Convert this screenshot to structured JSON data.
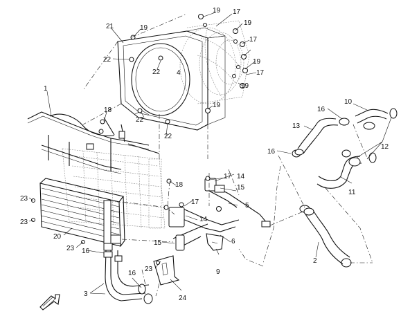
{
  "diagram": {
    "callouts": [
      {
        "id": "c1",
        "text": "1"
      },
      {
        "id": "c2",
        "text": "2"
      },
      {
        "id": "c3",
        "text": "3"
      },
      {
        "id": "c4",
        "text": "4"
      },
      {
        "id": "c5",
        "text": "5"
      },
      {
        "id": "c6",
        "text": "6"
      },
      {
        "id": "c9",
        "text": "9"
      },
      {
        "id": "c10",
        "text": "10"
      },
      {
        "id": "c11",
        "text": "11"
      },
      {
        "id": "c12",
        "text": "12"
      },
      {
        "id": "c13",
        "text": "13"
      },
      {
        "id": "c14a",
        "text": "14"
      },
      {
        "id": "c14b",
        "text": "14"
      },
      {
        "id": "c15a",
        "text": "15"
      },
      {
        "id": "c15b",
        "text": "15"
      },
      {
        "id": "c16a",
        "text": "16"
      },
      {
        "id": "c16b",
        "text": "16"
      },
      {
        "id": "c16c",
        "text": "16"
      },
      {
        "id": "c16d",
        "text": "16"
      },
      {
        "id": "c17a",
        "text": "17"
      },
      {
        "id": "c17b",
        "text": "17"
      },
      {
        "id": "c17c",
        "text": "17"
      },
      {
        "id": "c17d",
        "text": "17"
      },
      {
        "id": "c17e",
        "text": "17"
      },
      {
        "id": "c18a",
        "text": "18"
      },
      {
        "id": "c18b",
        "text": "18"
      },
      {
        "id": "c19a",
        "text": "19"
      },
      {
        "id": "c19b",
        "text": "19"
      },
      {
        "id": "c19c",
        "text": "19"
      },
      {
        "id": "c19d",
        "text": "19"
      },
      {
        "id": "c19e",
        "text": "19"
      },
      {
        "id": "c19f",
        "text": "19"
      },
      {
        "id": "c20",
        "text": "20"
      },
      {
        "id": "c21",
        "text": "21"
      },
      {
        "id": "c22a",
        "text": "22"
      },
      {
        "id": "c22b",
        "text": "22"
      },
      {
        "id": "c22c",
        "text": "22"
      },
      {
        "id": "c22d",
        "text": "22"
      },
      {
        "id": "c23a",
        "text": "23"
      },
      {
        "id": "c23b",
        "text": "23"
      },
      {
        "id": "c23c",
        "text": "23"
      },
      {
        "id": "c23d",
        "text": "23"
      },
      {
        "id": "c24",
        "text": "24"
      }
    ]
  },
  "icons": {
    "direction_arrow": "front-direction-arrow-icon"
  }
}
